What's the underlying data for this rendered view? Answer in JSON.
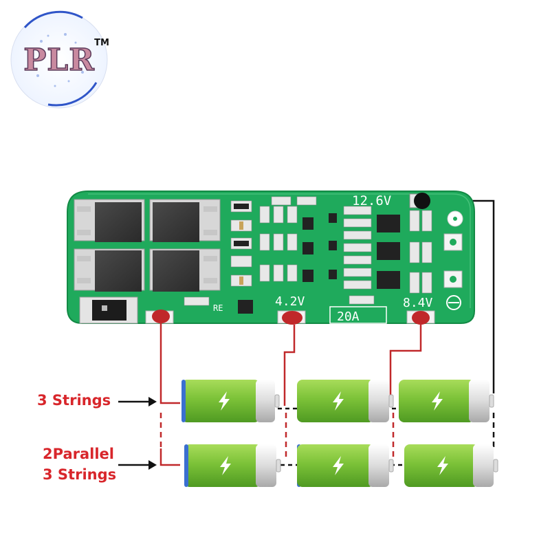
{
  "logo": {
    "text": "PLR",
    "mark": "TM"
  },
  "board": {
    "voltage_top": "12.6V",
    "voltage_b1": "4.2V",
    "voltage_b2": "8.4V",
    "current": "20A",
    "marking_re": "RE"
  },
  "labels": {
    "series_label": "3 Strings",
    "parallel_label_line1": "2Parallel",
    "parallel_label_line2": "3 Strings"
  },
  "colors": {
    "pcb_green": "#1faa5c",
    "wire_red": "#c0282a",
    "wire_black": "#111111",
    "label_red": "#d8262b",
    "battery_green": "#7cc238"
  },
  "icons": {
    "battery": "battery-icon",
    "bolt": "lightning-bolt-icon",
    "arrow": "arrow-right-icon"
  }
}
